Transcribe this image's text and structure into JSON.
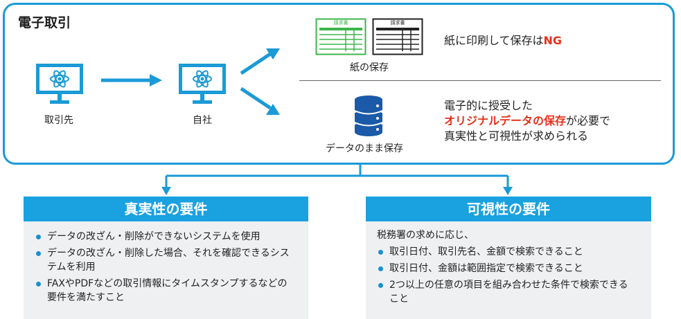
{
  "title": "電子取引",
  "top": {
    "partner_label": "取引先",
    "self_label": "自社",
    "paper_label": "紙の保存",
    "invoice_title": "請求書",
    "data_label": "データのまま保存",
    "paper_statement_prefix": "紙に印刷して保存は",
    "paper_statement_ng": "NG",
    "data_statement_line1": "電子的に授受した",
    "data_statement_highlight": "オリジナルデータの保存",
    "data_statement_line2_suffix": "が必要で",
    "data_statement_line3": "真実性と可視性が求められる"
  },
  "authenticity": {
    "heading": "真実性の要件",
    "items": [
      "データの改ざん・削除ができないシステムを使用",
      "データの改ざん・削除した場合、それを確認できるシステムを利用",
      "FAXやPDFなどの取引情報にタイムスタンプするなどの要件を満たすこと"
    ]
  },
  "visibility": {
    "heading": "可視性の要件",
    "intro": "税務署の求めに応じ、",
    "items": [
      "取引日付、取引先名、金額で検索できること",
      "取引日付、金額は範囲指定で検索できること",
      "2つ以上の任意の項目を組み合わせた条件で検索できること"
    ]
  },
  "colors": {
    "accent": "#1a9ad6",
    "header_fill": "#1aa1e0",
    "ng_red": "#e53017",
    "invoice_green": "#3cb54a",
    "box_body": "#eef0f2"
  }
}
